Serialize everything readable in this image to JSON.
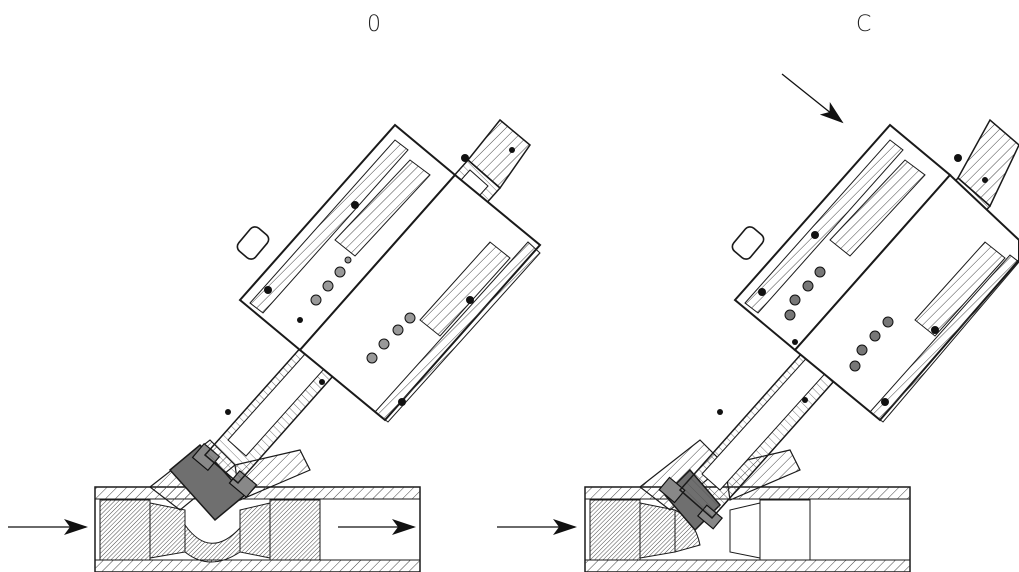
{
  "diagram": {
    "states": [
      {
        "id": "open",
        "label": "0"
      },
      {
        "id": "closed",
        "label": "C"
      }
    ],
    "arrows": [
      {
        "id": "inlet-left",
        "kind": "flow-in"
      },
      {
        "id": "outlet-left",
        "kind": "flow-out"
      },
      {
        "id": "inlet-right",
        "kind": "flow-in"
      },
      {
        "id": "actuation-right",
        "kind": "pilot-air"
      }
    ],
    "colors": {
      "line": "#1a1a1a",
      "hatch": "#444444",
      "fluid": "#8a8a8a",
      "paper": "#ffffff",
      "seal": "#111111"
    }
  }
}
